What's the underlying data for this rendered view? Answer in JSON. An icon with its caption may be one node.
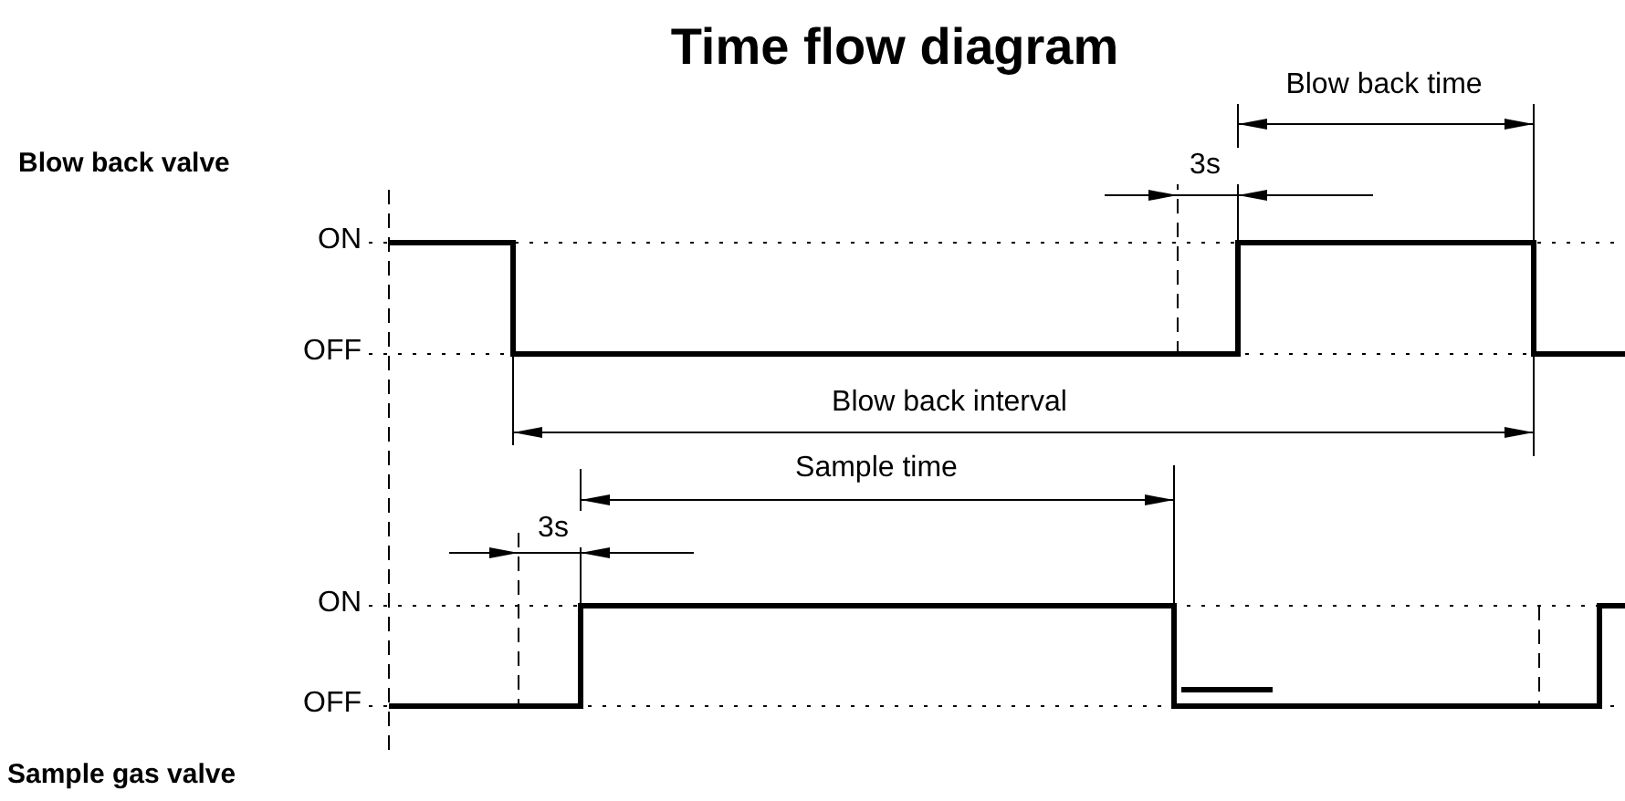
{
  "diagram": {
    "title": "Time flow diagram",
    "labels": [
      "Blow back time",
      "Blow back valve",
      "3s",
      "ON",
      "OFF",
      "Blow back interval",
      "Sample time",
      "3s",
      "ON",
      "OFF",
      "Sample gas valve"
    ]
  }
}
